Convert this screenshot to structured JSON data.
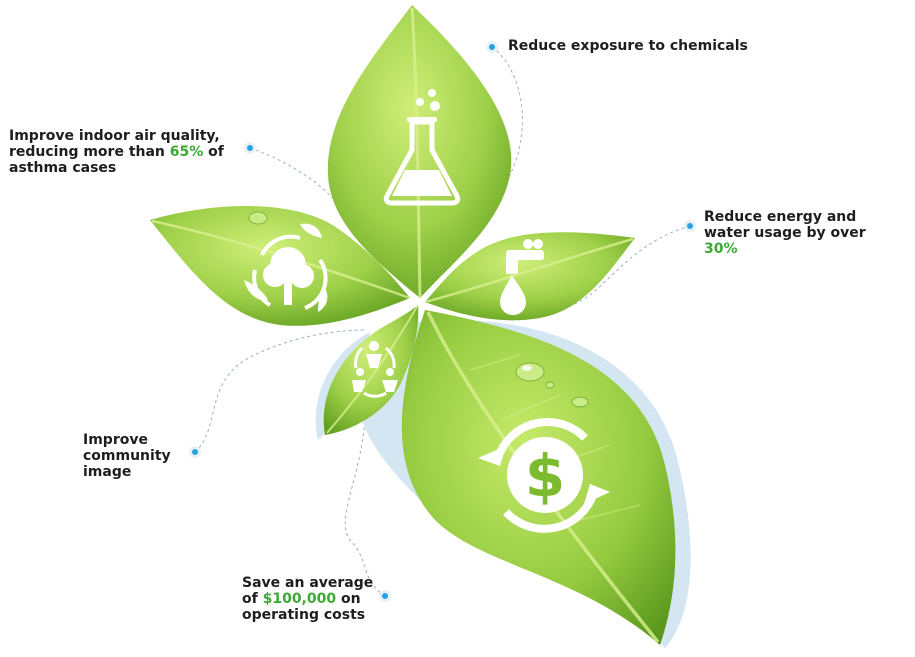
{
  "benefits": [
    {
      "pre": "Improve indoor air quality, reducing more than ",
      "accent": "65%",
      "post": " of asthma cases",
      "icon": "tree-recycle-icon"
    },
    {
      "pre": "Reduce exposure to chemicals",
      "accent": "",
      "post": "",
      "icon": "flask-icon"
    },
    {
      "pre": "Reduce energy and water usage by over ",
      "accent": "30%",
      "post": "",
      "icon": "faucet-drop-icon"
    },
    {
      "pre": "Improve community image",
      "accent": "",
      "post": "",
      "icon": "community-icon"
    },
    {
      "pre": "Save an average of ",
      "accent": "$100,000",
      "post": " on operating costs",
      "icon": "dollar-cycle-icon"
    }
  ],
  "colors": {
    "leaf_light": "#b9e15a",
    "leaf_mid": "#8dc63f",
    "leaf_dark": "#5a9a1e",
    "accent_text": "#3aaa35",
    "dot": "#29a3e0",
    "shadow": "#d4e6f1"
  }
}
